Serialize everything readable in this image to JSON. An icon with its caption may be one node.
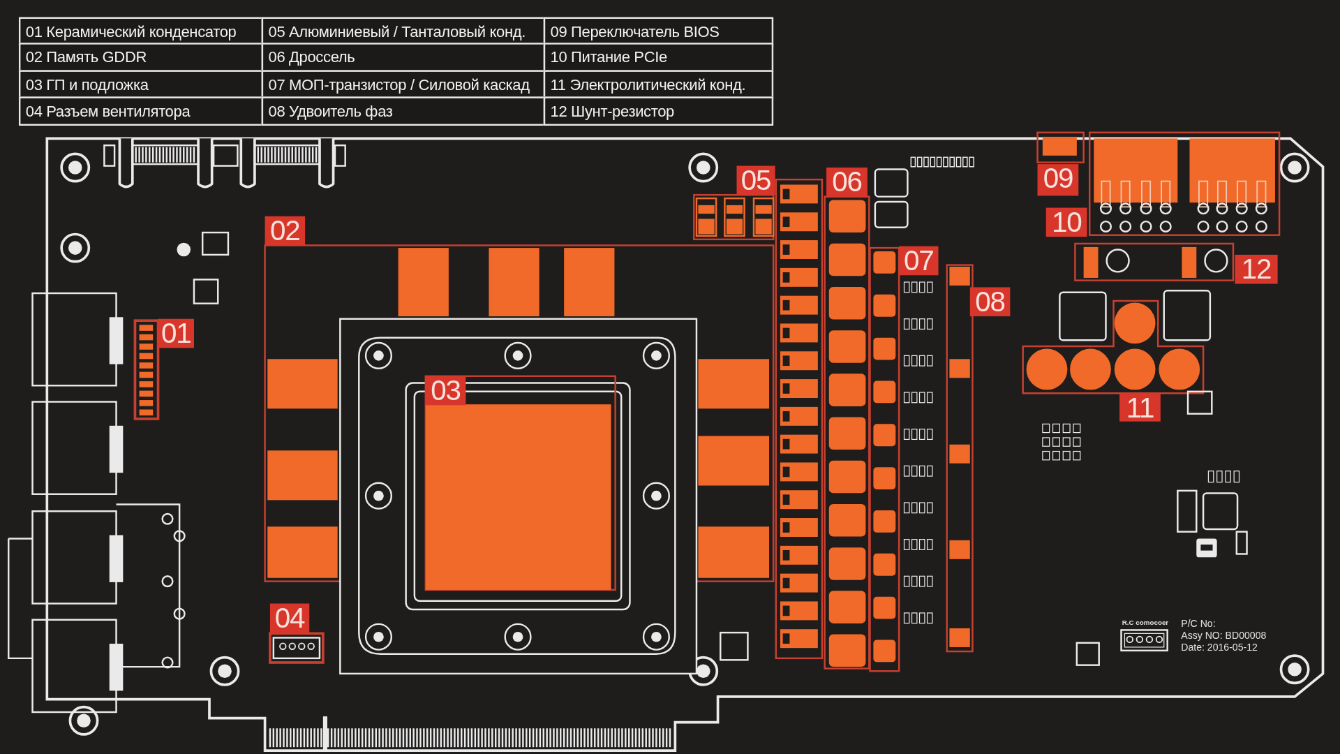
{
  "diagram": {
    "labels": [
      "01 Керамический конденсатор",
      "05 Алюминиевый / Танталовый конд.",
      "09 Переключатель BIOS",
      "02 Память GDDR",
      "06 Дроссель",
      "10 Питание PCIe",
      "03 ГП и подложка",
      "07 МОП-транзистор / Силовой каскад",
      "11 Электролитический конд.",
      "04 Разъем вентилятора",
      "08 Удвоитель фаз",
      "12 Шунт-резистор",
      "05",
      "06",
      "09",
      "02",
      "10",
      "07",
      "12",
      "08",
      "01",
      "03",
      "11",
      "04",
      "R.C comocoer",
      "P/C No:",
      "Assy NO: BD00008",
      "Date: 2016-05-12"
    ]
  }
}
